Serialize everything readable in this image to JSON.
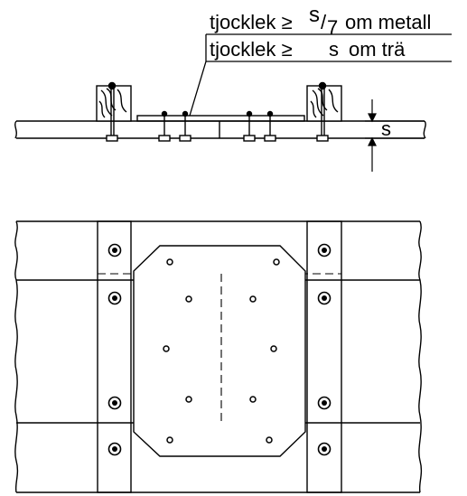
{
  "labels": {
    "metal_prefix": "tjocklek ≥",
    "metal_num": "s",
    "metal_slash": "/",
    "metal_den": "7",
    "metal_suffix": "om  metall",
    "wood_prefix": "tjocklek  ≥",
    "wood_var": "s",
    "wood_suffix": "om trä",
    "dim_label": "s"
  },
  "colors": {
    "line": "#000000",
    "background": "#ffffff"
  },
  "icons": {
    "bolt_top_view": "bolt-circle-icon",
    "screw_hole": "screw-hole-icon"
  }
}
